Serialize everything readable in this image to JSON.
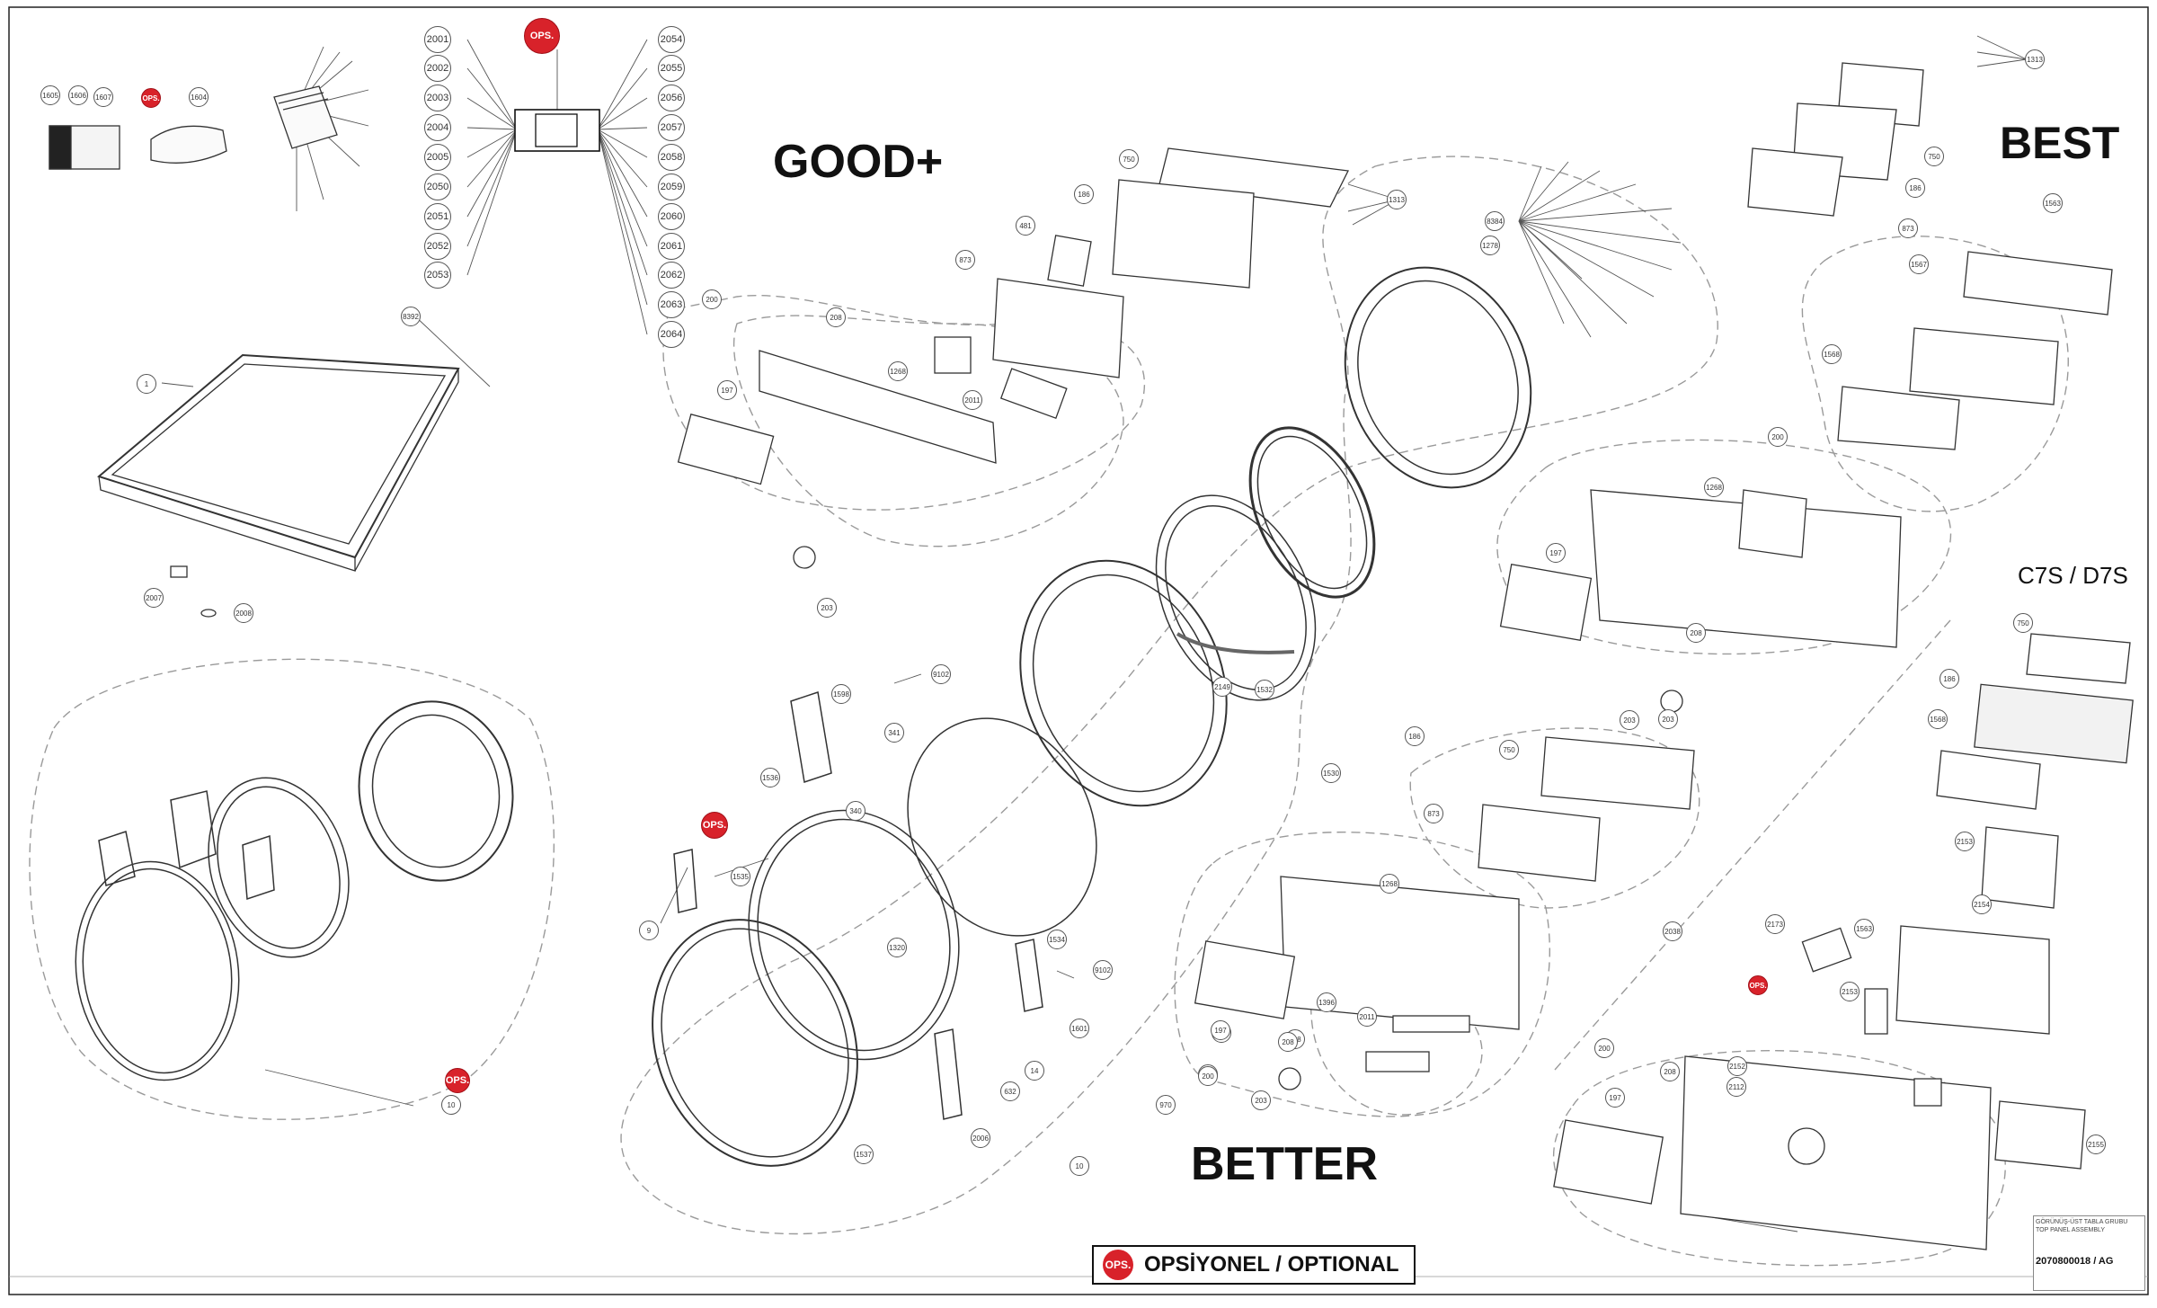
{
  "groups": {
    "good_plus": "GOOD+",
    "best": "BEST",
    "better": "BETTER",
    "c7s_d7s": "C7S / D7S"
  },
  "legend": {
    "badge": "OPS.",
    "text": "OPSİYONEL / OPTIONAL"
  },
  "title_block": {
    "lines": [
      "GÖRÜNÜŞ-ÜST TABLA GRUBU",
      "TOP PANEL ASSEMBLY"
    ],
    "code": "2070800018 / AG"
  },
  "callouts": {
    "top_left": [
      "1605",
      "1606",
      "1607",
      "1604"
    ],
    "left_list": [
      "2001",
      "2002",
      "2003",
      "2004",
      "2005",
      "2050",
      "2051",
      "2052",
      "2053"
    ],
    "right_list": [
      "2054",
      "2055",
      "2056",
      "2057",
      "2058",
      "2059",
      "2060",
      "2061",
      "2062",
      "2063",
      "2064"
    ],
    "misc": [
      "8392",
      "1",
      "2007",
      "2008",
      "10",
      "9",
      "1535",
      "1536",
      "1598",
      "341",
      "340",
      "9102",
      "1320",
      "1537",
      "1534",
      "1601",
      "14",
      "632",
      "2006",
      "10",
      "9102",
      "970",
      "203",
      "200",
      "197",
      "208",
      "2149",
      "1532",
      "1530",
      "186",
      "750",
      "873",
      "1268",
      "2011",
      "1396",
      "197",
      "208",
      "200",
      "203",
      "1313",
      "8384",
      "1278",
      "750",
      "186",
      "481",
      "873",
      "200",
      "208",
      "1268",
      "2011",
      "197",
      "203",
      "1563",
      "1567",
      "1568",
      "200",
      "1268",
      "197",
      "208",
      "203",
      "1313",
      "750",
      "186",
      "873",
      "750",
      "186",
      "1568",
      "2153",
      "2154",
      "1563",
      "2173",
      "2038",
      "2153",
      "2152",
      "2112",
      "2155",
      "200",
      "208",
      "197"
    ]
  },
  "ops_badge": "OPS."
}
